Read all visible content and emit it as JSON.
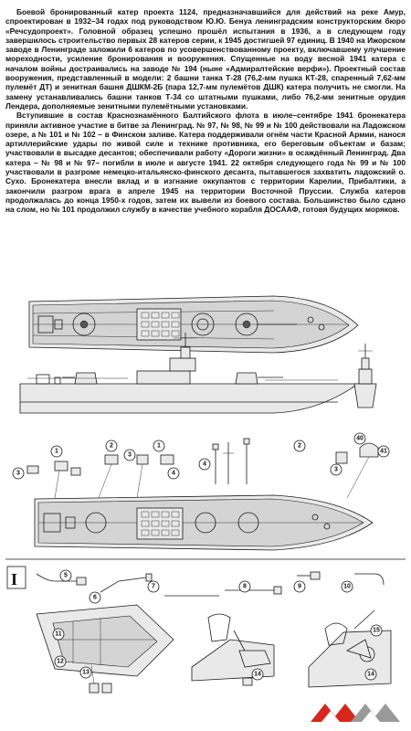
{
  "description": {
    "paragraphs": [
      "Боевой бронированный катер проекта 1124, предназначавшийся для действий на реке Амур, спроектирован в 1932–34 годах под руководством Ю.Ю. Бенуа ленинградским конструкторским бюро «Речсудопроект». Головной образец успешно прошёл испытания в 1936, а в следующем году завершилось строительство первых 28 катеров серии, к 1945 достигшей 97 единиц. В 1940 на Ижорском заводе в Ленинграде заложили 6 катеров по усовершенствованному проекту, включавшему улучшение мореходности, усиление бронирования и вооружения. Спущенные на воду весной 1941 катера с началом войны достраивались на заводе № 194 (ныне «Адмиралтейские верфи»). Проектный состав вооружения, представленный в модели: 2 башни танка Т-28 (76,2-мм пушка КТ-28, спаренный 7,62-мм пулемёт ДТ) и зенитная башня ДШКМ-2Б (пара 12,7-мм пулемётов ДШК) катера получить не смогли. На замену устанавливались башни танков Т-34 со штатными пушками, либо 76,2-мм зенитные орудия Лендера, дополняемые зенитными пулемётными установками.",
      "Вступившие в состав Краснознамённого Балтийского флота в июле–сентябре 1941 бронекатера приняли активное участие в битве за Ленинград. № 97, № 98, № 99 и № 100 действовали на Ладожском озере, а № 101 и № 102 – в Финском заливе. Катера поддерживали огнём части Красной Армии, нанося артиллерийские удары по живой силе и технике противника, его береговым объектам и базам; участвовали в высадке десантов; обеспечивали работу «Дороги жизни» в осаждённый Ленинград. Два катера – № 98 и № 97– погибли в июле и августе 1941. 22 октября следующего года № 99 и № 100 участвовали в разгроме немецко-итальянско-финского десанта, пытавшегося захватить ладожский о. Сухо. Бронекатера внесли вклад и в изгнание оккупантов с территории Карелии, Прибалтики, а закончили разгром врага в апреле 1945 на территории Восточной Пруссии. Служба катеров продолжалась до конца 1950-х годов, затем их вывели из боевого состава. Большинство было сдано на слом, но № 101 продолжил службу в качестве учебного корабля ДОСААФ, готовя будущих моряков."
    ]
  },
  "assembly": {
    "step_marker": "I",
    "callouts": {
      "c1a": "1",
      "c1b": "1",
      "c2a": "2",
      "c2b": "2",
      "c3a": "3",
      "c3b": "3",
      "c3c": "3",
      "c4a": "4",
      "c4b": "4",
      "c5": "5",
      "c6": "6",
      "c7": "7",
      "c8": "8",
      "c9": "9",
      "c10": "10",
      "c11": "11",
      "c12": "12",
      "c13": "13",
      "c14a": "14",
      "c14b": "14",
      "c15": "15",
      "c40": "40",
      "c41": "41"
    }
  },
  "colors": {
    "ink": "#1a1a1a",
    "hull_fill": "#e9e9e9",
    "deck_fill": "#d4d4d4",
    "logo_red": "#d9261c",
    "logo_gray": "#9a9a9a"
  },
  "icons": [
    "publisher-logo-icon"
  ]
}
